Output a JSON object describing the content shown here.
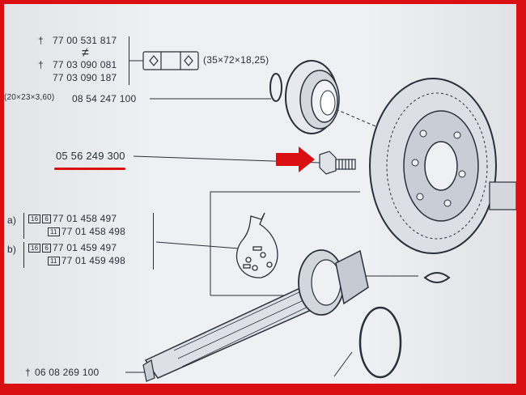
{
  "parts": {
    "p1": "77 00 531 817",
    "dagger1": "†",
    "dagger2": "†",
    "dagger3": "†",
    "not_equal": "≠",
    "p2": "77 03 090 081",
    "p3": "77 03 090 187",
    "bearing_size": "(35×72×18,25)",
    "ring_size": "(20×23×3,60)",
    "p4": "08 54 247 100",
    "highlight": "05 56 249 300",
    "label_a": "a)",
    "label_b": "b)",
    "tag16a": "16",
    "tag6a": "6",
    "tag11a": "11",
    "tag16b": "16",
    "tag6b": "6",
    "tag11b": "11",
    "a1": "77 01 458 497",
    "a2": "77 01 458 498",
    "b1": "77 01 459 497",
    "b2": "77 01 459 498",
    "bottom": "06 08 269 100"
  },
  "colors": {
    "frame": "#d90f12",
    "paper": "#eef0f3",
    "ink": "#2a2f3a",
    "highlight": "#d90f12"
  }
}
